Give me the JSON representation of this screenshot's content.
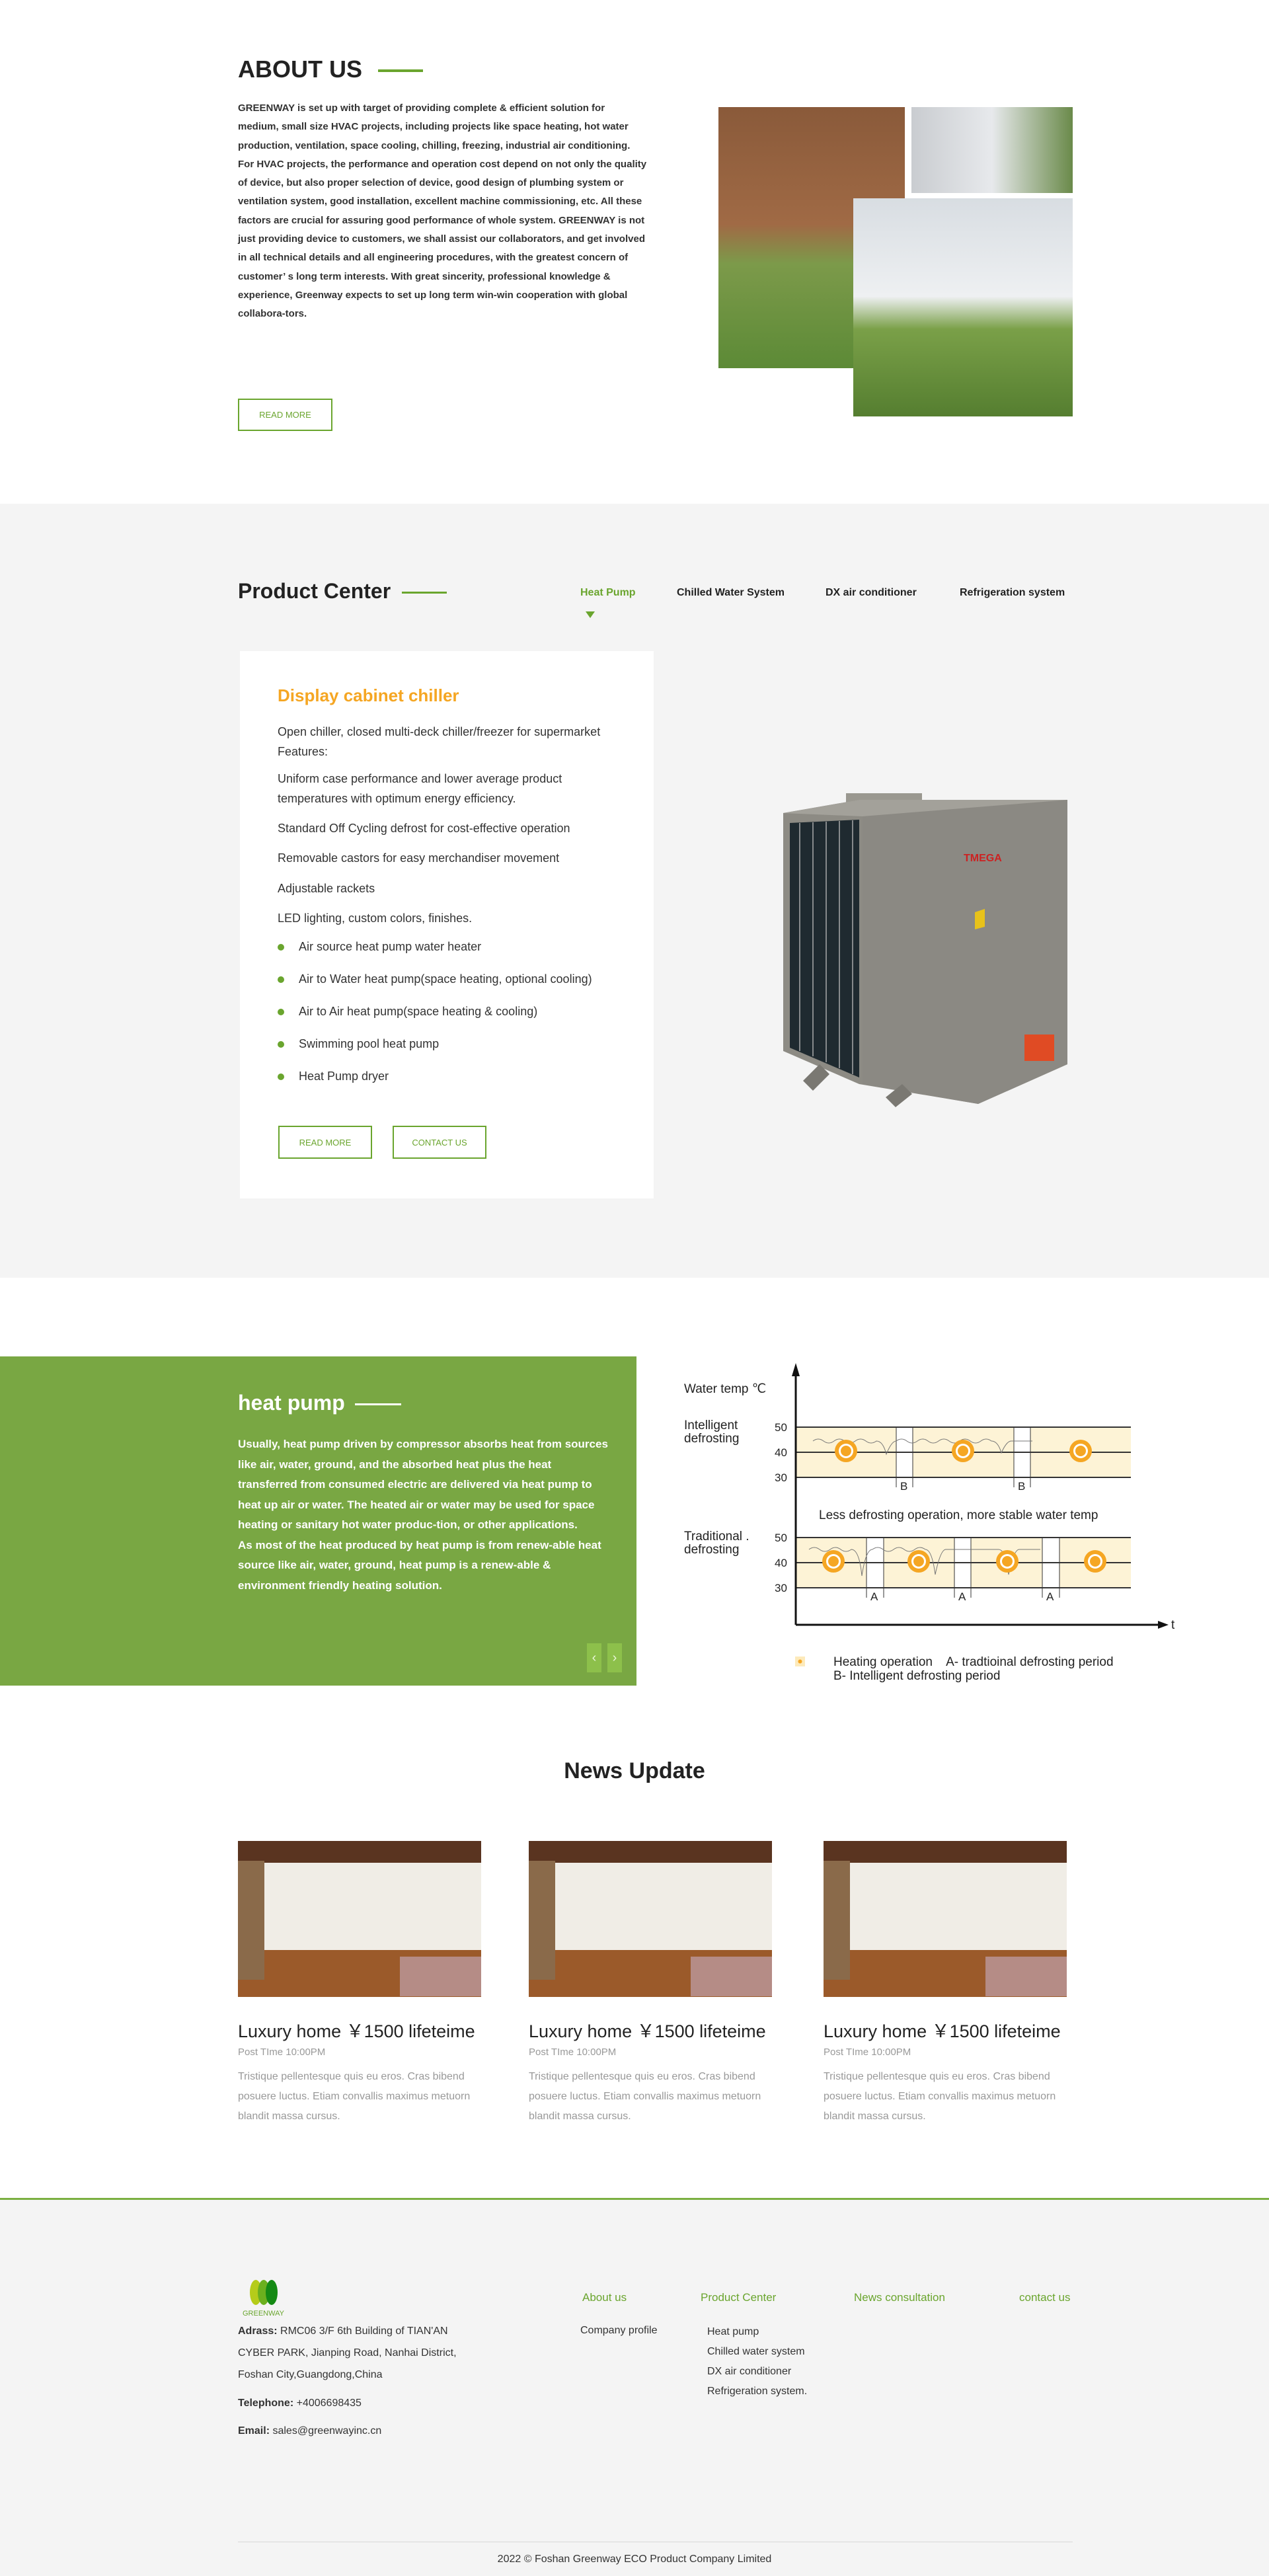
{
  "about": {
    "title": "ABOUT US",
    "text": "GREENWAY is set up with target of providing complete & efficient solution for medium, small size HVAC projects, including projects like space heating, hot water production, ventilation, space cooling, chilling, freezing, industrial air conditioning. For HVAC projects, the performance and operation cost depend on not only the quality of device, but also proper selection of device, good design of plumbing system or ventilation system, good installation, excellent machine commissioning, etc. All these factors are crucial for assuring good performance of whole system. GREENWAY is not just providing device to customers, we shall assist our collaborators, and get involved in all technical details and all engineering procedures, with the greatest concern of customer’ s long term interests. With great sincerity, professional knowledge & experience, Greenway expects to set up long term win-win cooperation with global collabora-tors.",
    "read_more": "READ MORE"
  },
  "product": {
    "title": "Product Center",
    "tabs": [
      {
        "label": "Heat Pump"
      },
      {
        "label": "Chilled Water System"
      },
      {
        "label": "DX air conditioner"
      },
      {
        "label": "Refrigeration system"
      }
    ],
    "card": {
      "title": "Display cabinet chiller",
      "intro": "Open chiller, closed multi-deck chiller/freezer for supermarket",
      "features_label": "Features:",
      "paras": [
        "Uniform case performance and lower average product temperatures with optimum energy efficiency.",
        "Standard Off Cycling defrost for cost-effective operation",
        "Removable castors for easy merchandiser movement",
        "Adjustable rackets",
        "LED lighting, custom colors, finishes."
      ],
      "bullets": [
        "Air source heat pump water heater",
        "Air to Water heat pump(space heating, optional cooling)",
        "Air to Air heat pump(space heating & cooling)",
        "Swimming pool heat pump",
        "Heat Pump dryer"
      ],
      "read_more": "READ MORE",
      "contact": "CONTACT US"
    },
    "unit_brand": "TMEGA"
  },
  "heatpump": {
    "title": "heat pump",
    "p1": "Usually, heat pump driven by compressor absorbs heat from sources like air, water, ground, and the absorbed heat plus the heat transferred from consumed electric are delivered via heat pump to heat up air or water. The heated air or water may be used for space heating or sanitary hot water produc-tion, or other applications.",
    "p2": "As most of the heat produced by heat pump is from renew-able heat source like air, water, ground, heat pump is a renew-able & environment friendly heating solution.",
    "prev": "‹",
    "next": "›"
  },
  "diagram": {
    "y_label": "Water temp ℃",
    "x_label": "t",
    "row1_label1": "Intelligent",
    "row1_label2": "defrosting",
    "row2_label1": "Traditional .",
    "row2_label2": "defrosting",
    "ticks": [
      "50",
      "40",
      "30"
    ],
    "gap_b": "B",
    "gap_a": "A",
    "caption": "Less defrosting operation, more stable water temp",
    "legend1": "Heating operation    A- tradtioinal defrosting period",
    "legend2": "B- Intelligent defrosting period"
  },
  "news": {
    "title": "News Update",
    "items": [
      {
        "title": "Luxury home ￥1500 lifeteime",
        "time": "Post TIme 10:00PM",
        "desc": "Tristique pellentesque quis eu eros. Cras bibend posuere luctus. Etiam convallis maximus metuorn blandit massa cursus."
      },
      {
        "title": "Luxury home ￥1500 lifeteime",
        "time": "Post TIme 10:00PM",
        "desc": "Tristique pellentesque quis eu eros. Cras bibend posuere luctus. Etiam convallis maximus metuorn blandit massa cursus."
      },
      {
        "title": "Luxury home ￥1500 lifeteime",
        "time": "Post TIme 10:00PM",
        "desc": "Tristique pellentesque quis eu eros. Cras bibend posuere luctus. Etiam convallis maximus metuorn blandit massa cursus."
      }
    ]
  },
  "footer": {
    "logo": "GREENWAY",
    "address_label": "Adrass:",
    "address": "RMC06 3/F 6th Building of TIAN'AN CYBER PARK, Jianping Road, Nanhai District, Foshan City,Guangdong,China",
    "tel_label": "Telephone:",
    "tel": "+4006698435",
    "email_label": "Email:",
    "email": "sales@greenwayinc.cn",
    "cols": [
      "About us",
      "Product Center",
      "News consultation",
      "contact us"
    ],
    "about_links": [
      "Company profile"
    ],
    "product_links": [
      "Heat pump",
      "Chilled water system",
      "DX air conditioner",
      "Refrigeration system."
    ],
    "copyright": "2022 © Foshan Greenway ECO Product Company Limited"
  },
  "colors": {
    "accent": "#6aa52e",
    "orange": "#f5a623",
    "panel": "#79a743"
  }
}
